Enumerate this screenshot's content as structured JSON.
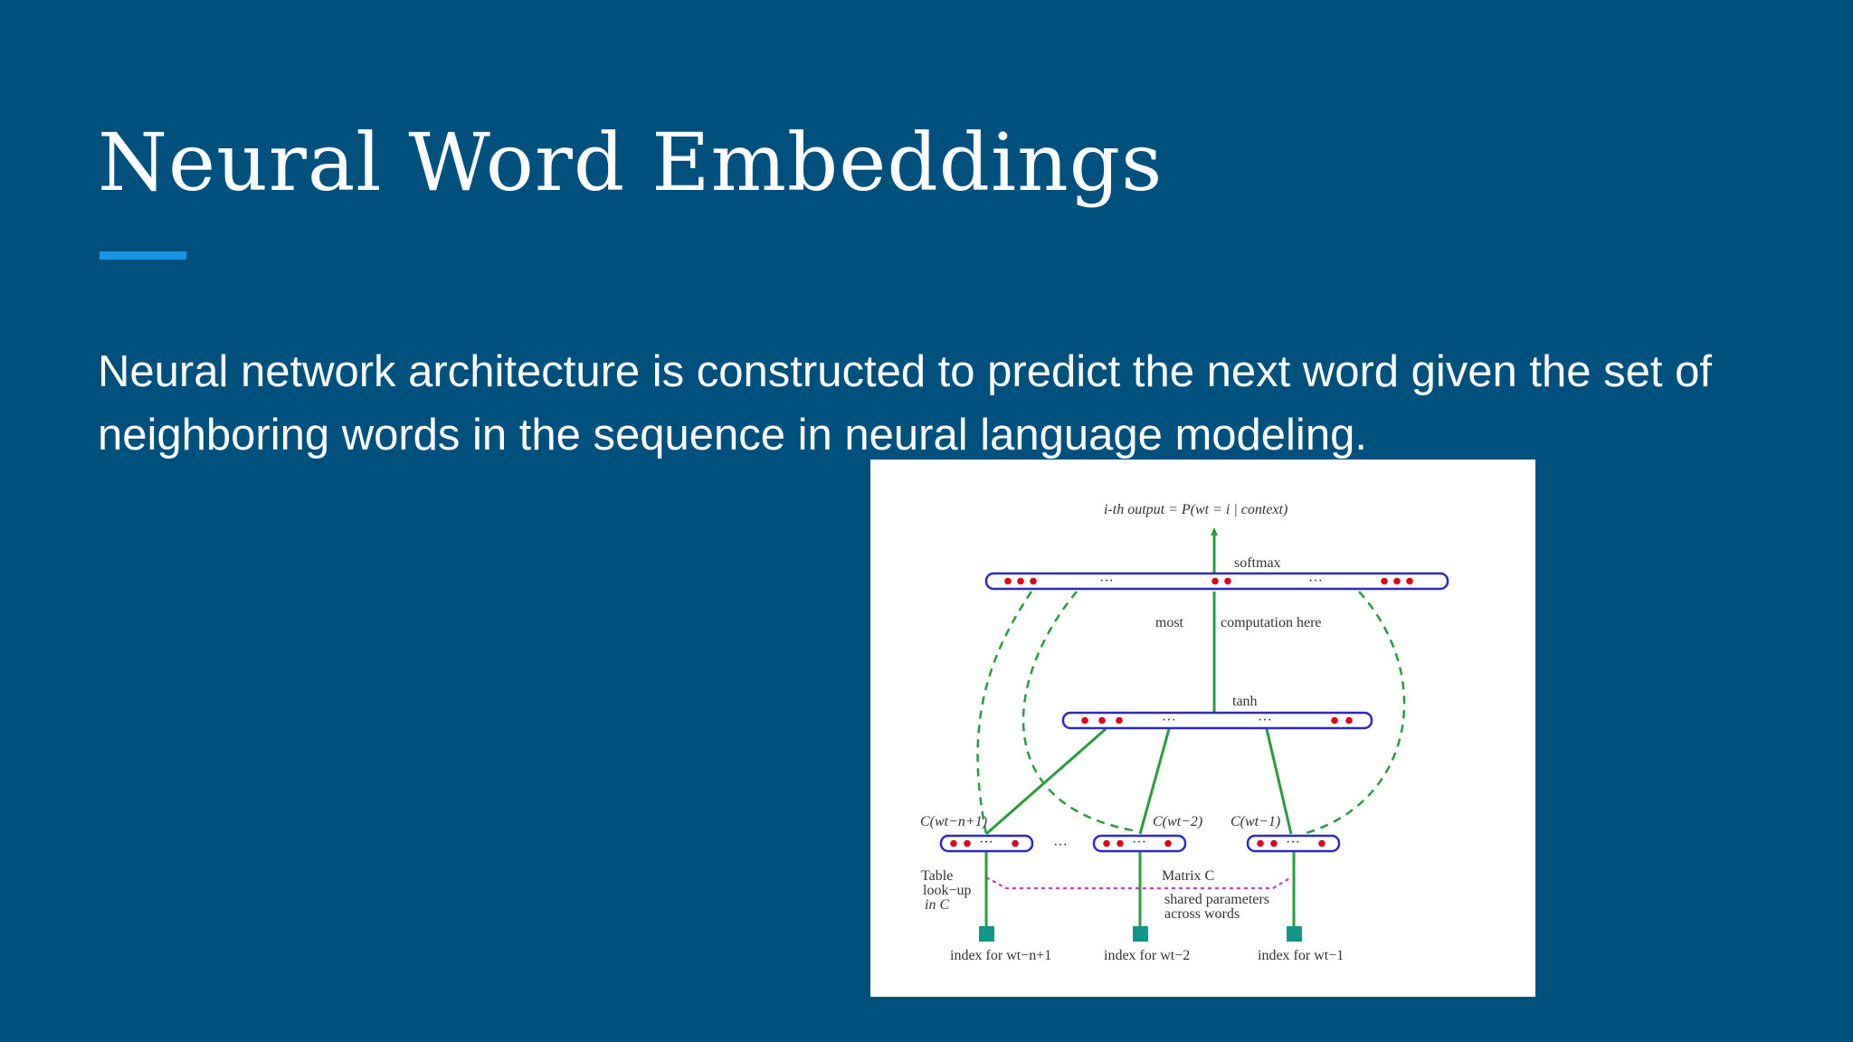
{
  "slide": {
    "title": "Neural Word Embeddings",
    "accent_color": "#1597e5",
    "background_color": "#00507d",
    "body": "Neural network architecture is constructed to predict the next word given the set of neighboring words in the sequence in neural language modeling."
  },
  "diagram": {
    "output_label": "i-th output = P(wt = i | context)",
    "softmax_label": "softmax",
    "computation_note_left": "most",
    "computation_note_right": "computation here",
    "tanh_label": "tanh",
    "table_lookup_label": [
      "Table",
      "look−up",
      "in C"
    ],
    "matrix_label": "Matrix C",
    "shared_params_label": [
      "shared parameters",
      "across words"
    ],
    "ellipsis": "···",
    "embeddings": [
      {
        "label": "C(wt−n+1)",
        "index_label": "index for wt−n+1"
      },
      {
        "label": "C(wt−2)",
        "index_label": "index for wt−2"
      },
      {
        "label": "C(wt−1)",
        "index_label": "index for wt−1"
      }
    ],
    "colors": {
      "layer_border": "#2a2ac8",
      "neuron": "#e0001a",
      "connection": "#2e9a3e",
      "shared_link": "#c040c0",
      "index_node": "#119688"
    }
  }
}
